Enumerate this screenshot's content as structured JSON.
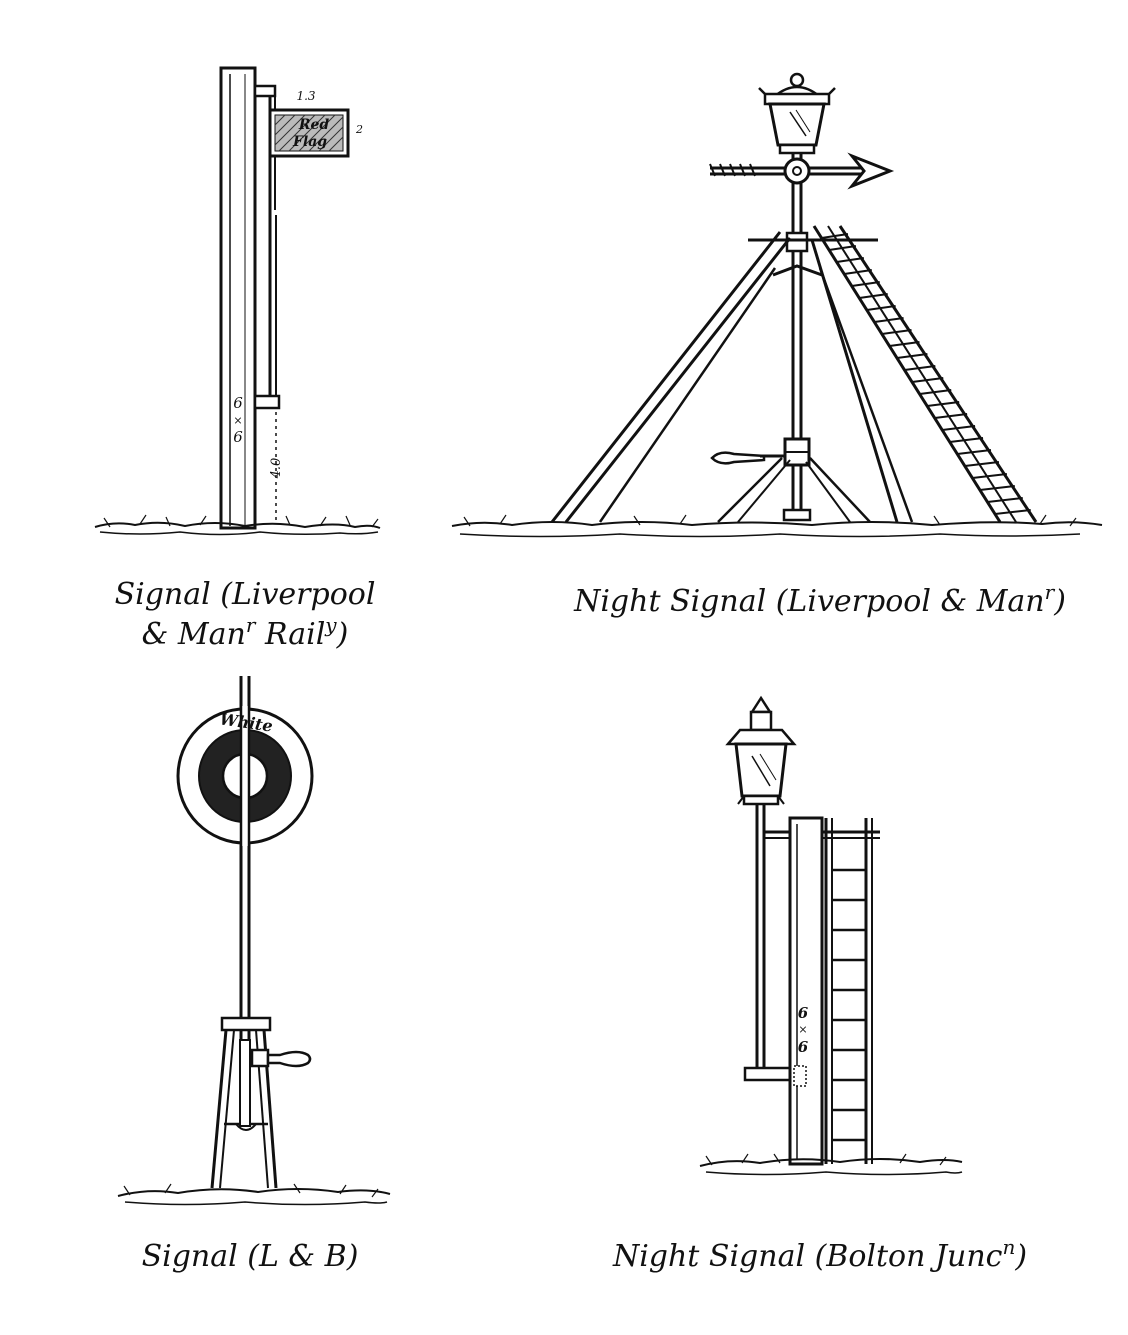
{
  "figures": [
    {
      "id": "signal-liverpool-manchester",
      "caption": {
        "line1": "Signal (Liverpool",
        "line2_pre": "& Man",
        "line2_sup1": "r",
        "line2_mid": " Rail",
        "line2_sup2": "y",
        "line2_post": ")"
      },
      "sign_text": [
        "Red",
        "Flag"
      ],
      "dimension_marks": [
        "1.3",
        "2",
        "6",
        "×",
        "6",
        "4.0"
      ]
    },
    {
      "id": "night-signal-liverpool-manchester",
      "caption": {
        "pre": "Night Signal (Liverpool & Man",
        "sup": "r",
        "post": ")"
      }
    },
    {
      "id": "signal-l-and-b",
      "caption": {
        "text": "Signal (L & B)"
      },
      "disc_text": "White"
    },
    {
      "id": "night-signal-bolton-junction",
      "caption": {
        "pre": "Night Signal (Bolton Junc",
        "sup": "n",
        "post": ")"
      },
      "dimension_marks": [
        "6",
        "×",
        "6"
      ]
    }
  ]
}
